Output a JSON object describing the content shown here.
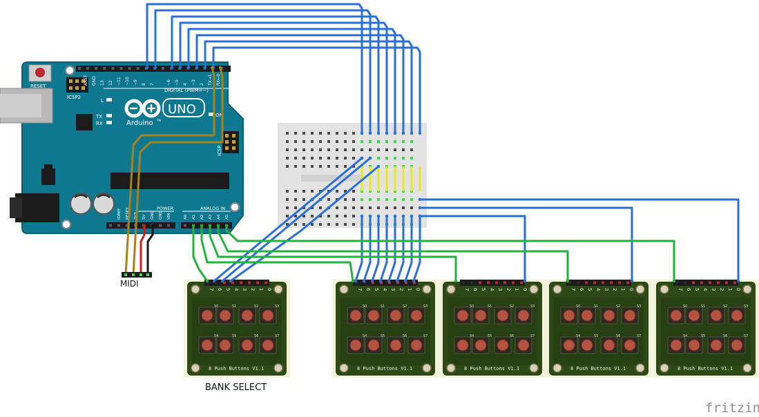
{
  "arduino": {
    "reset_label": "RESET",
    "icsp2_label": "ICSP2",
    "icsp_label": "ICSP",
    "brand": "Arduino",
    "model": "UNO",
    "tm": "TM",
    "l_label": "L",
    "tx_label": "TX",
    "rx_label": "RX",
    "on_label": "ON",
    "digital_label": "DIGITAL (PWM=~)",
    "aref": "AREF",
    "gnd_top": "GND",
    "digital_pins": [
      "13",
      "12",
      "~11",
      "~10",
      "~9",
      "8",
      "7",
      "~6",
      "~5",
      "4",
      "~3",
      "2",
      "TX→1",
      "RX←0"
    ],
    "power_label": "POWER",
    "power_pins": [
      "IOREF",
      "RESET",
      "3V3",
      "5V",
      "GND",
      "GND",
      "VIN"
    ],
    "analog_label": "ANALOG IN",
    "analog_pins": [
      "A0",
      "A1",
      "A2",
      "A3",
      "A4",
      "A5"
    ]
  },
  "modules": {
    "title": "8 Push Buttons V1.1",
    "header_pins": [
      "7",
      "6",
      "5",
      "4",
      "3",
      "2",
      "1",
      "0"
    ],
    "button_labels": [
      "S0",
      "S1",
      "S2",
      "S3",
      "S4",
      "S5",
      "S6",
      "S7"
    ]
  },
  "labels": {
    "midi": "MIDI",
    "bank_select": "BANK SELECT",
    "watermark": "fritzing"
  },
  "colors": {
    "board": "#0f7891",
    "board_edge": "#0b5f73",
    "wire_blue": "#2a6fd6",
    "wire_green": "#22b33d",
    "wire_gold": "#a6821a",
    "wire_red": "#d41a1a",
    "wire_black": "#151515",
    "pcb_green": "#2d4a16",
    "pcb_dark": "#1f3510",
    "button_red": "#b55342",
    "breadboard": "#e3e3e3",
    "jumper_yellow": "#eaea1c"
  }
}
